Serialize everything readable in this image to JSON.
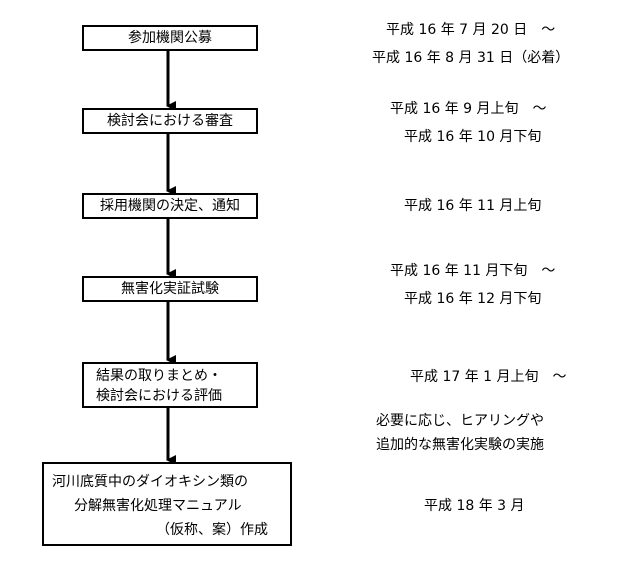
{
  "steps": [
    {
      "lines": [
        "参加機関公募"
      ]
    },
    {
      "lines": [
        "検討会における審査"
      ]
    },
    {
      "lines": [
        "採用機関の決定、通知"
      ]
    },
    {
      "lines": [
        "無害化実証試験"
      ]
    },
    {
      "lines": [
        "結果の取りまとめ・",
        "検討会における評価"
      ]
    },
    {
      "lines": [
        "河川底質中のダイオキシン類の",
        "分解無害化処理マニュアル",
        "（仮称、案）作成"
      ]
    }
  ],
  "schedule": [
    {
      "lines": [
        "平成 16 年 7 月 20 日　～",
        "平成 16 年 8 月 31 日（必着）"
      ]
    },
    {
      "lines": [
        "平成 16 年 9 月上旬　～",
        "平成 16 年 10 月下旬"
      ]
    },
    {
      "lines": [
        "平成 16 年 11 月上旬"
      ]
    },
    {
      "lines": [
        "平成 16 年 11 月下旬　～",
        "平成 16 年 12 月下旬"
      ]
    },
    {
      "lines": [
        "平成 17 年 1 月上旬　～"
      ]
    },
    {
      "lines": [
        "必要に応じ、ヒアリングや",
        "追加的な無害化実験の実施"
      ]
    },
    {
      "lines": [
        "平成 18 年 3 月"
      ]
    }
  ]
}
